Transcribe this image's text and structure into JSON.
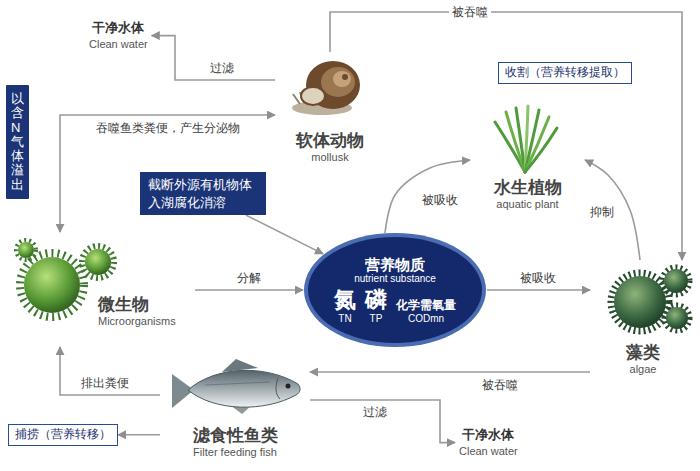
{
  "diagram": {
    "nodes": [
      {
        "text": [
          "干净水体",
          "Clean water"
        ]
      },
      {
        "text": [
          "以含N气体溢出"
        ]
      },
      {
        "text": [
          "软体动物",
          "mollusk"
        ]
      },
      {
        "text": [
          "收割（营养转移提取）"
        ]
      },
      {
        "text": [
          "水生植物",
          "aquatic plant"
        ]
      },
      {
        "text": [
          "截断外源有机物体 入湖腐化消溶"
        ]
      },
      {
        "text": [
          "营养物质",
          "nutrient substance",
          "氮",
          "TN",
          "磷",
          "TP",
          "化学需氧量",
          "CODmn"
        ]
      },
      {
        "text": [
          "微生物",
          "Microorganisms"
        ]
      },
      {
        "text": [
          "藻类",
          "algae"
        ]
      },
      {
        "text": [
          "捕捞（营养转移）"
        ]
      },
      {
        "text": [
          "滤食性鱼类",
          "Filter feeding fish"
        ]
      },
      {
        "text": [
          "干净水体",
          "Clean water"
        ]
      }
    ],
    "edges": [
      {
        "from": 2,
        "to": 0,
        "label": "过滤",
        "arrow": "to"
      },
      {
        "from": 7,
        "to": 2,
        "label": "吞噬鱼类粪便，产生分泌物",
        "arrow": "both"
      },
      {
        "from": 2,
        "to": 8,
        "label": "被吞噬",
        "arrow": "to"
      },
      {
        "from": 6,
        "to": 4,
        "label": "被吸收",
        "arrow": "to"
      },
      {
        "from": 8,
        "to": 4,
        "label": "抑制",
        "arrow": "to"
      },
      {
        "from": 5,
        "to": 6,
        "arrow": "to"
      },
      {
        "from": 7,
        "to": 6,
        "label": "分解",
        "arrow": "to"
      },
      {
        "from": 6,
        "to": 8,
        "label": "被吸收",
        "arrow": "to"
      },
      {
        "from": 8,
        "to": 10,
        "label": "被吞噬",
        "arrow": "to"
      },
      {
        "from": 10,
        "to": 7,
        "label": "排出粪便",
        "arrow": "to"
      },
      {
        "from": 10,
        "to": 9,
        "arrow": "to"
      },
      {
        "from": 10,
        "to": 11,
        "label": "过滤",
        "arrow": "to"
      }
    ]
  }
}
